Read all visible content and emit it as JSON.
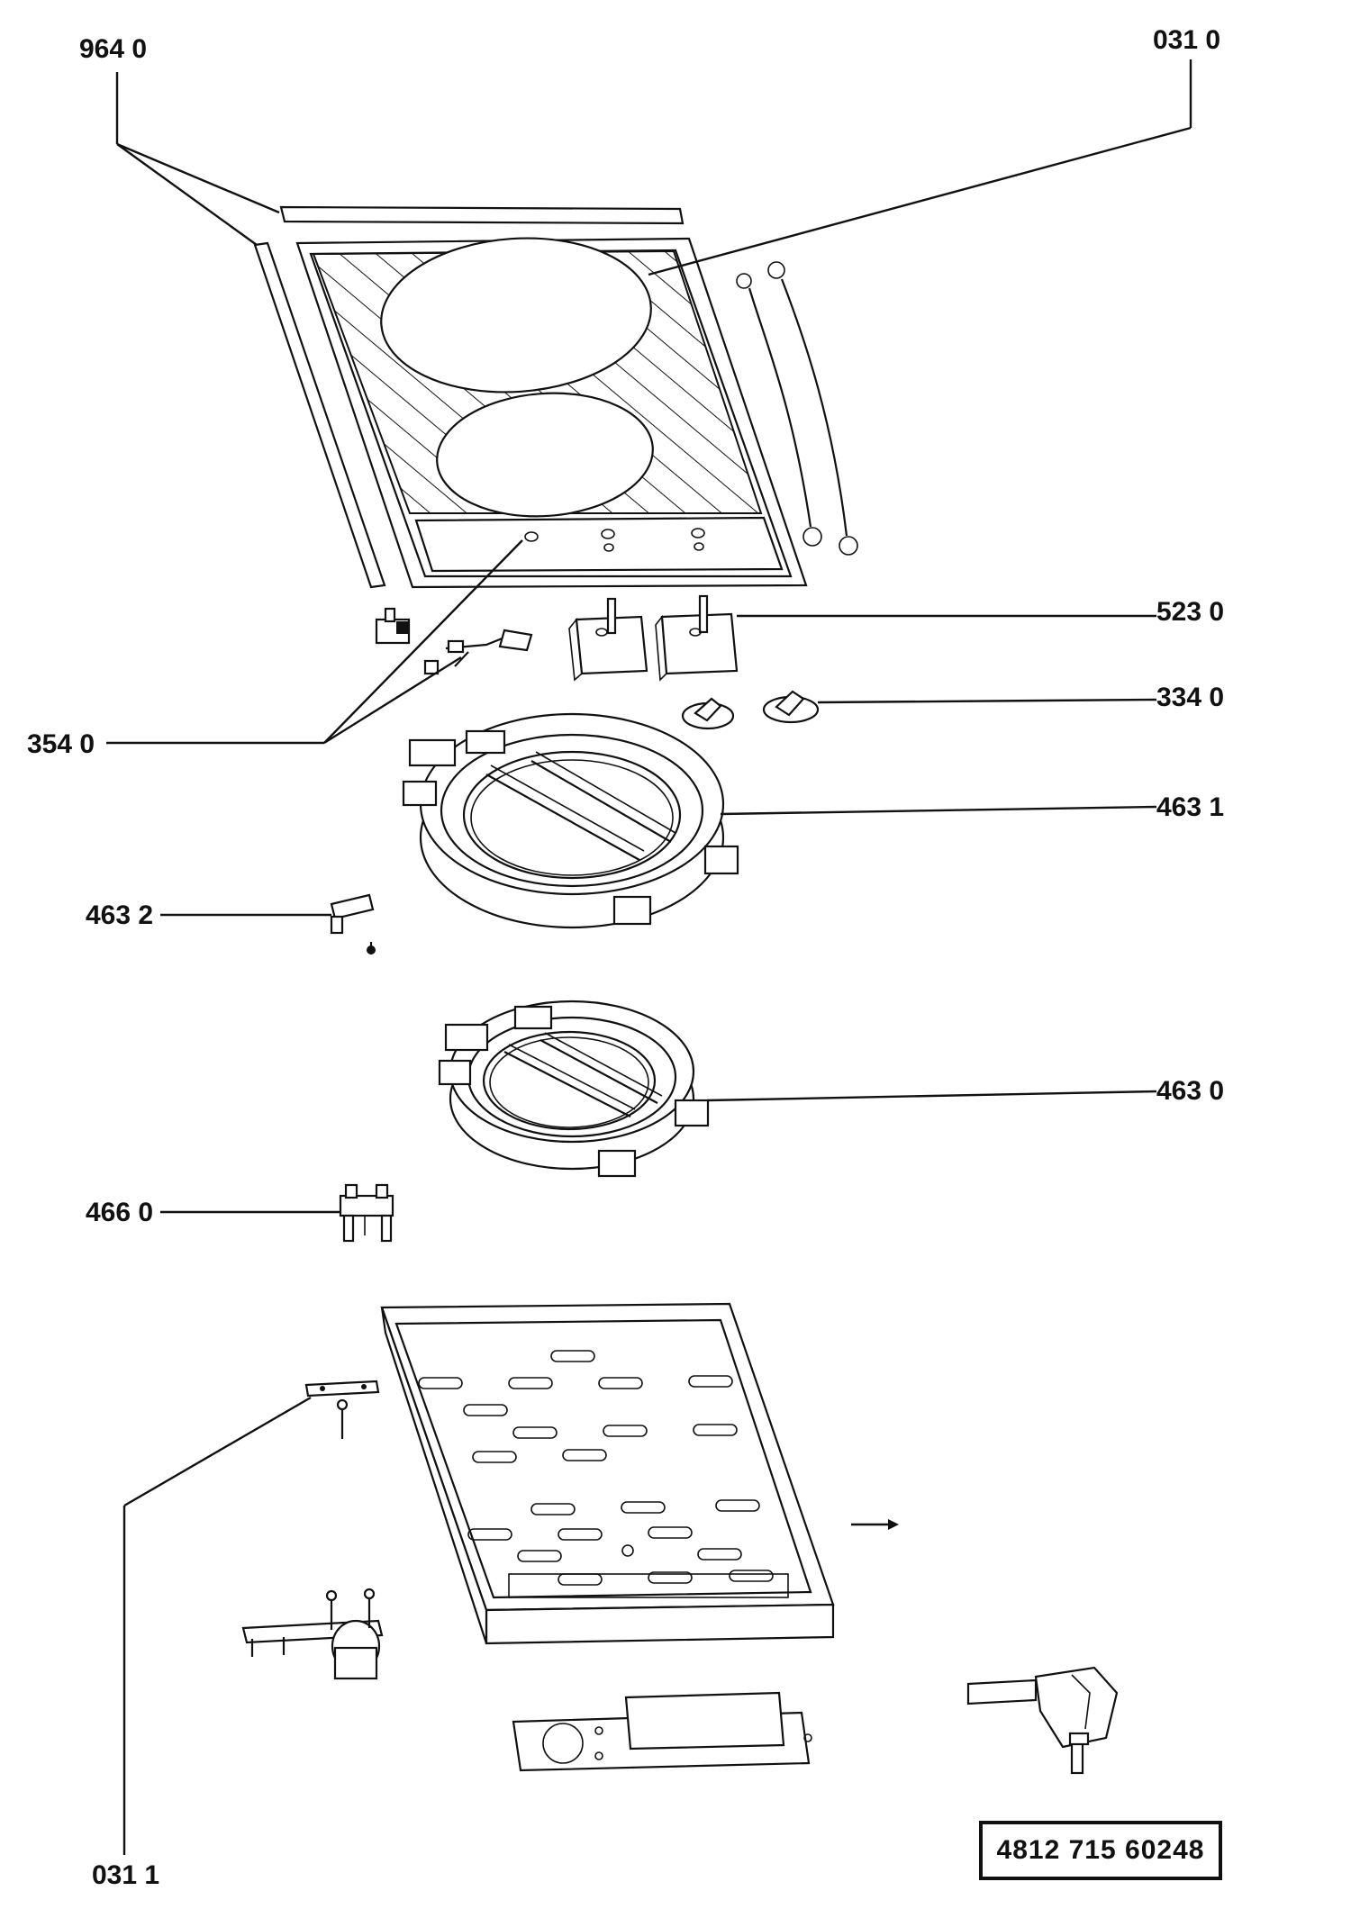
{
  "parts": {
    "p964_0": "964 0",
    "p031_0": "031 0",
    "p523_0": "523 0",
    "p334_0": "334 0",
    "p354_0": "354  0",
    "p463_1": "463  1",
    "p463_2": "463 2",
    "p463_0": "463  0",
    "p466_0": "466 0",
    "p031_1": "031 1"
  },
  "document_number": "4812  715  60248",
  "colors": {
    "ink": "#111111",
    "paper": "#ffffff"
  }
}
